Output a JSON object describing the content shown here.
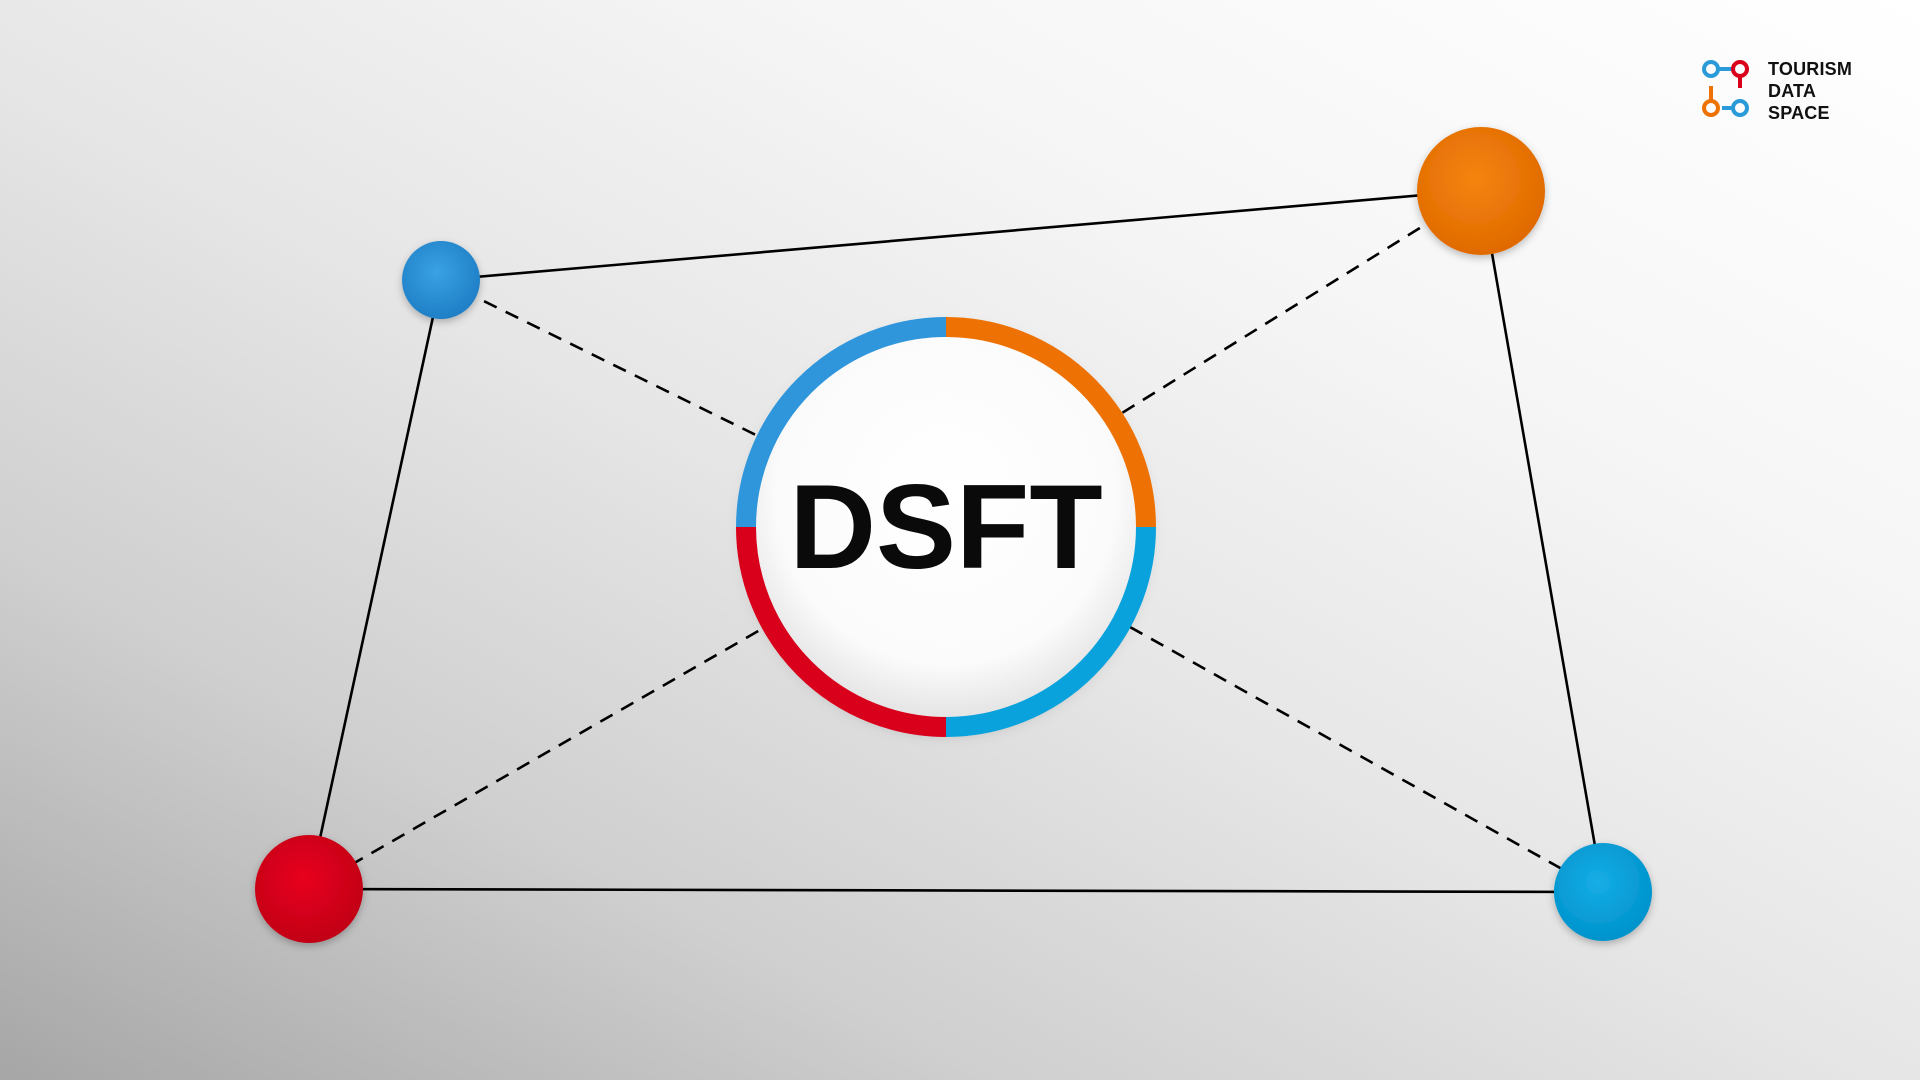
{
  "diagram": {
    "center": {
      "label": "DSFT"
    },
    "nodes": [
      {
        "id": "top-left",
        "color": "#2a8fd6"
      },
      {
        "id": "top-right",
        "color": "#ee7203"
      },
      {
        "id": "bottom-left",
        "color": "#d9001b"
      },
      {
        "id": "bottom-right",
        "color": "#0aa2dc"
      }
    ],
    "ring_segments": [
      {
        "quadrant": "top-left",
        "color": "#2f96dc"
      },
      {
        "quadrant": "top-right",
        "color": "#ee7203"
      },
      {
        "quadrant": "bottom-right",
        "color": "#0aa2dc"
      },
      {
        "quadrant": "bottom-left",
        "color": "#d9001b"
      }
    ],
    "connections": [
      {
        "from": "top-left",
        "to": "top-right",
        "style": "solid"
      },
      {
        "from": "top-right",
        "to": "bottom-right",
        "style": "solid"
      },
      {
        "from": "bottom-right",
        "to": "bottom-left",
        "style": "solid"
      },
      {
        "from": "bottom-left",
        "to": "top-left",
        "style": "solid"
      },
      {
        "from": "top-left",
        "to": "center",
        "style": "dashed"
      },
      {
        "from": "top-right",
        "to": "center",
        "style": "dashed"
      },
      {
        "from": "bottom-left",
        "to": "center",
        "style": "dashed"
      },
      {
        "from": "bottom-right",
        "to": "center",
        "style": "dashed"
      }
    ]
  },
  "logo": {
    "line1": "TOURISM",
    "line2": "DATA",
    "line3": "SPACE",
    "colors": {
      "blue": "#2a9ad8",
      "red": "#d9001b",
      "orange": "#ee7203"
    }
  }
}
